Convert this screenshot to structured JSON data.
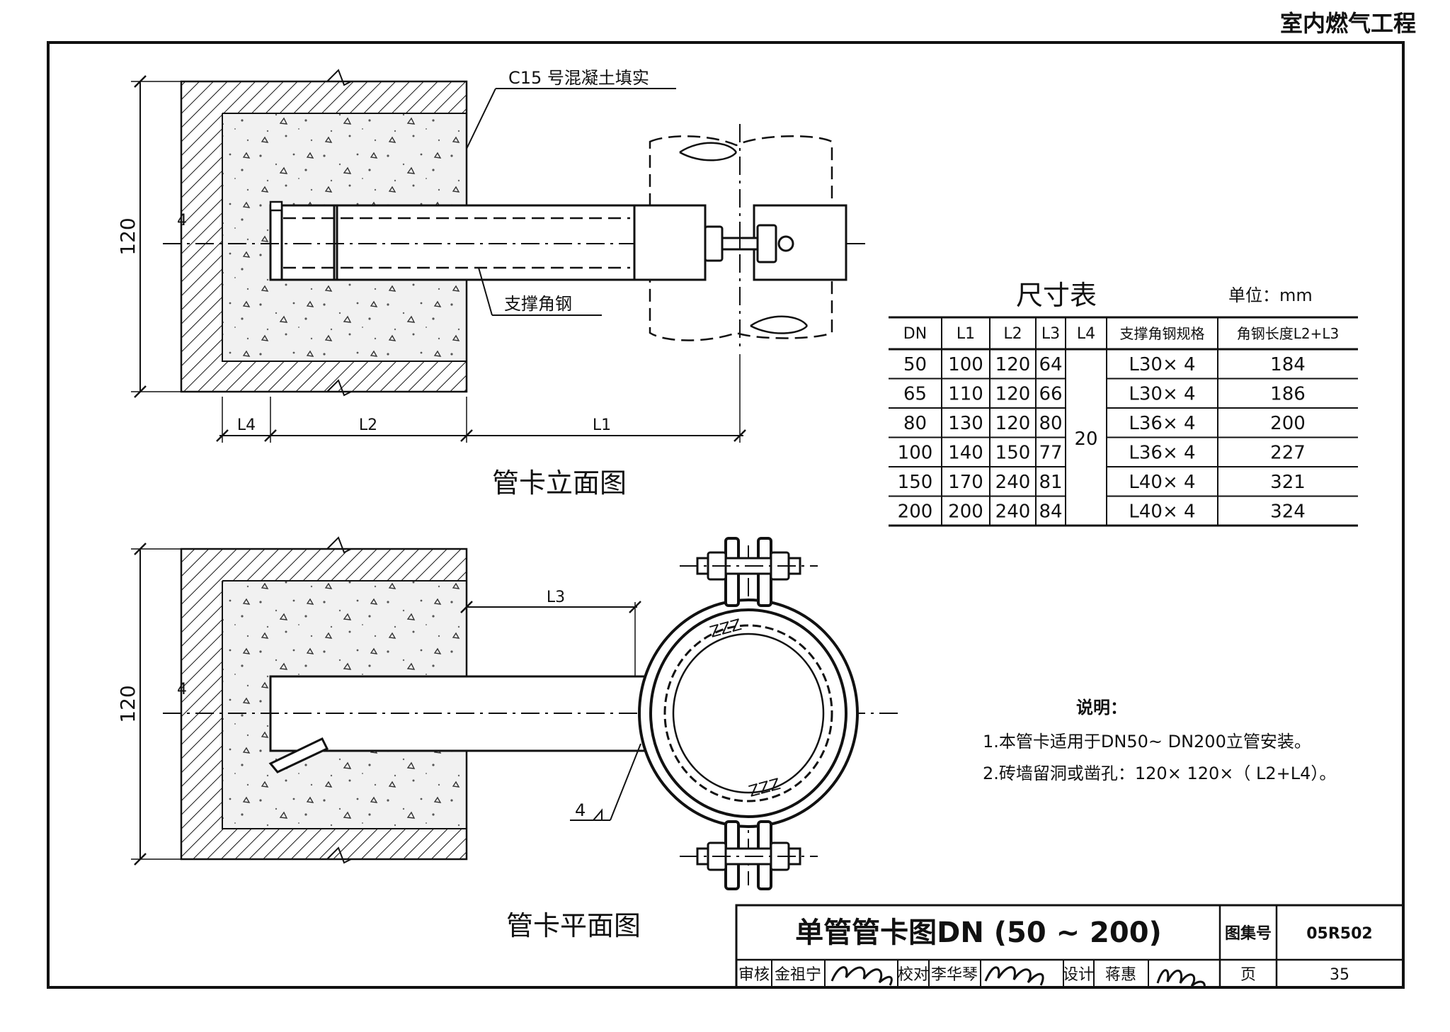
{
  "header": {
    "title": "室内燃气工程"
  },
  "elevation": {
    "caption": "管卡立面图",
    "fill_note": "C15 号混凝土填实",
    "angle_label": "支撑角钢",
    "dim_height": "120",
    "dim_L4": "L4",
    "dim_L2": "L2",
    "dim_L1": "L1",
    "break_mark": "4"
  },
  "plan": {
    "caption": "管卡平面图",
    "dim_height": "120",
    "dim_L3": "L3",
    "weld_mark": "4",
    "break_mark": "4"
  },
  "dimension_table": {
    "title": "尺寸表",
    "unit": "单位：mm",
    "headers": [
      "DN",
      "L1",
      "L2",
      "L3",
      "L4",
      "支撑角钢规格",
      "角钢长度L2+L3"
    ],
    "L4_value": "20",
    "rows": [
      [
        "50",
        "100",
        "120",
        "64",
        "L30× 4",
        "184"
      ],
      [
        "65",
        "110",
        "120",
        "66",
        "L30× 4",
        "186"
      ],
      [
        "80",
        "130",
        "120",
        "80",
        "L36× 4",
        "200"
      ],
      [
        "100",
        "140",
        "150",
        "77",
        "L36× 4",
        "227"
      ],
      [
        "150",
        "170",
        "240",
        "81",
        "L40× 4",
        "321"
      ],
      [
        "200",
        "200",
        "240",
        "84",
        "L40× 4",
        "324"
      ]
    ]
  },
  "notes": {
    "title": "说明：",
    "items": [
      "1.本管卡适用于DN50~ DN200立管安装。",
      "2.砖墙留洞或凿孔：120× 120×（ L2+L4）。"
    ]
  },
  "title_block": {
    "drawing_title": "单管管卡图DN (50 ~ 200)",
    "atlas_label": "图集号",
    "atlas_no": "05R502",
    "review_label": "审核",
    "reviewer": "金祖宁",
    "check_label": "校对",
    "checker": "李华琴",
    "design_label": "设计",
    "designer": "蒋惠",
    "page_label": "页",
    "page_no": "35"
  }
}
